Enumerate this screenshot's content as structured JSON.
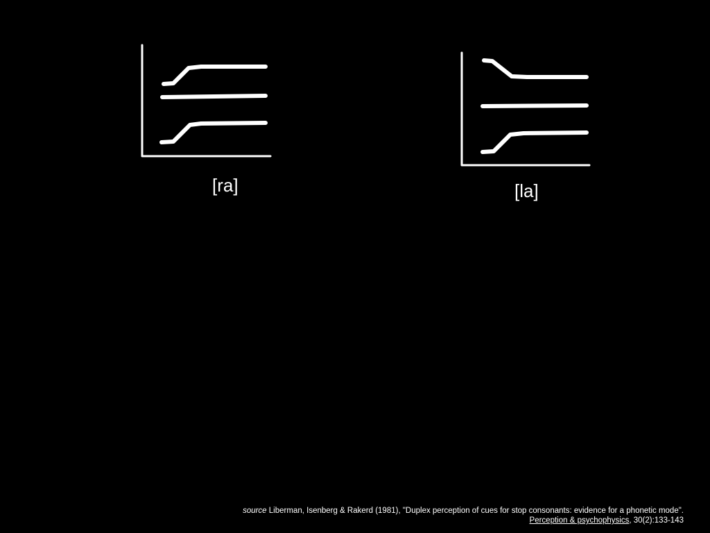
{
  "figures": {
    "ra": {
      "label": "[ra]"
    },
    "la": {
      "label": "[la]"
    }
  },
  "citation": {
    "source_word": "source",
    "authors_title": " Liberman, Isenberg & Rakerd (1981), \"Duplex perception of cues for stop consonants: evidence for a phonetic mode\".",
    "journal": "Perception & psychophysics",
    "volume_pages": ", 30(2):133-143"
  },
  "colors": {
    "background": "#000000",
    "foreground": "#ffffff"
  }
}
